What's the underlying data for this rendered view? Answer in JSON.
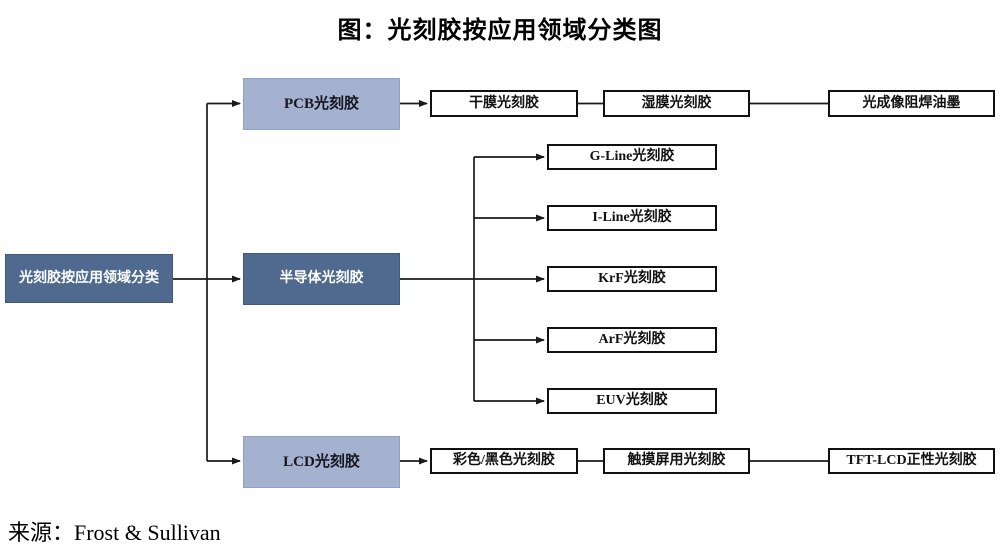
{
  "title": "图：光刻胶按应用领域分类图",
  "source": "来源：Frost & Sullivan",
  "colors": {
    "dark_box": "#4f6a8e",
    "light_box": "#a4b2d0",
    "leaf_box_border": "#111111",
    "line": "#1a1a1a",
    "background": "#ffffff"
  },
  "root": {
    "label": "光刻胶按应用领域分类"
  },
  "branches": [
    {
      "label": "PCB光刻胶",
      "tone": "light",
      "children": [
        "干膜光刻胶",
        "湿膜光刻胶",
        "光成像阻焊油墨"
      ]
    },
    {
      "label": "半导体光刻胶",
      "tone": "dark",
      "children": [
        "G-Line光刻胶",
        "I-Line光刻胶",
        "KrF光刻胶",
        "ArF光刻胶",
        "EUV光刻胶"
      ]
    },
    {
      "label": "LCD光刻胶",
      "tone": "light",
      "children": [
        "彩色/黑色光刻胶",
        "触摸屏用光刻胶",
        "TFT-LCD正性光刻胶"
      ]
    }
  ]
}
